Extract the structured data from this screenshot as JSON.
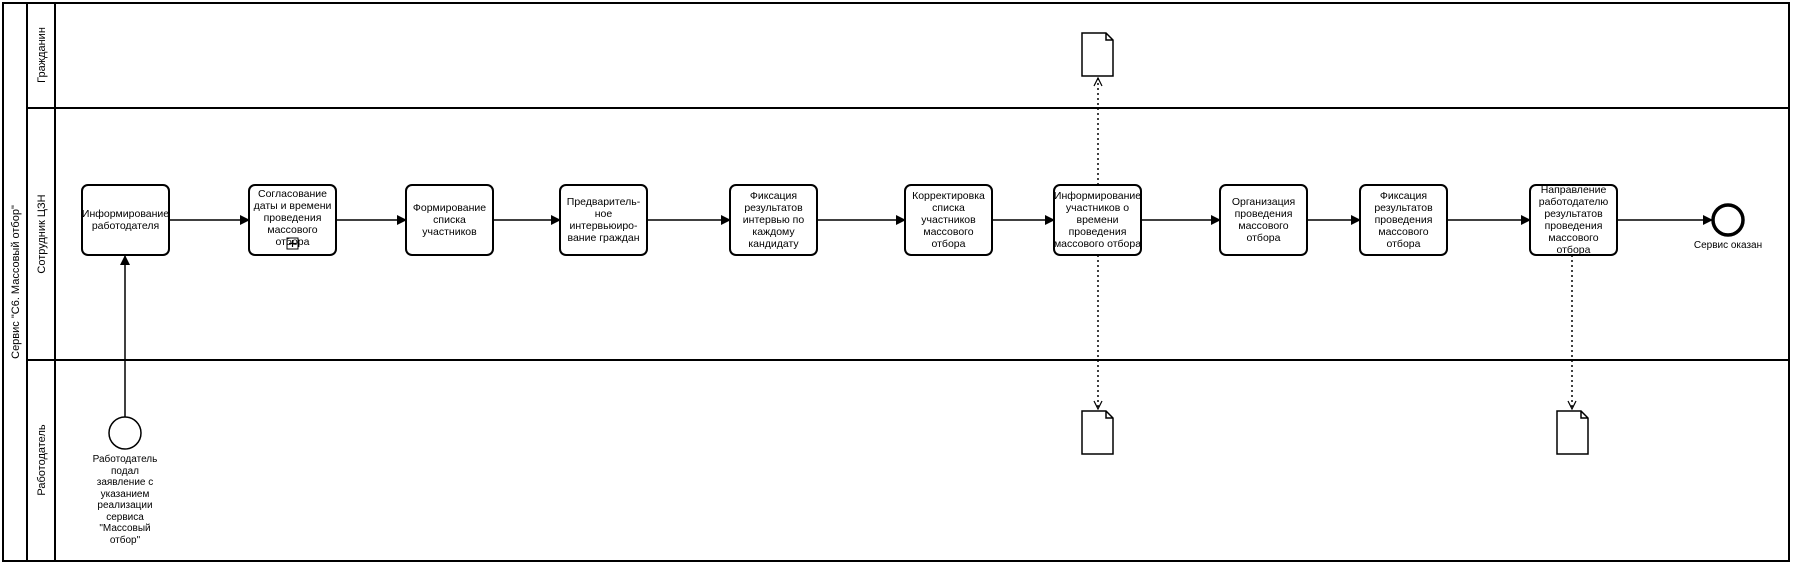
{
  "pool": {
    "label": "Сервис \"С6. Массовый отбор\""
  },
  "lanes": [
    {
      "id": "citizen",
      "label": "Гражданин"
    },
    {
      "id": "czn",
      "label": "Сотрудник ЦЗН"
    },
    {
      "id": "employer",
      "label": "Работодатель"
    }
  ],
  "start_event": {
    "label": "Работодатель подал заявление с указанием реализации сервиса \"Массовый отбор\""
  },
  "end_event": {
    "label": "Сервис оказан"
  },
  "tasks": [
    {
      "label": "Информирование работодателя"
    },
    {
      "label": "Согласование даты и времени проведения массового отбора",
      "subprocess": true
    },
    {
      "label": "Формирование списка участников"
    },
    {
      "label": "Предваритель-ное интервьюиро-вание граждан"
    },
    {
      "label": "Фиксация результатов интервью по каждому кандидату"
    },
    {
      "label": "Корректировка списка участников массового отбора"
    },
    {
      "label": "Информирование участников о времени проведения массового отбора"
    },
    {
      "label": "Организация проведения массового отбора"
    },
    {
      "label": "Фиксация результатов проведения массового отбора"
    },
    {
      "label": "Направление работодателю результатов проведения массового отбора"
    }
  ]
}
